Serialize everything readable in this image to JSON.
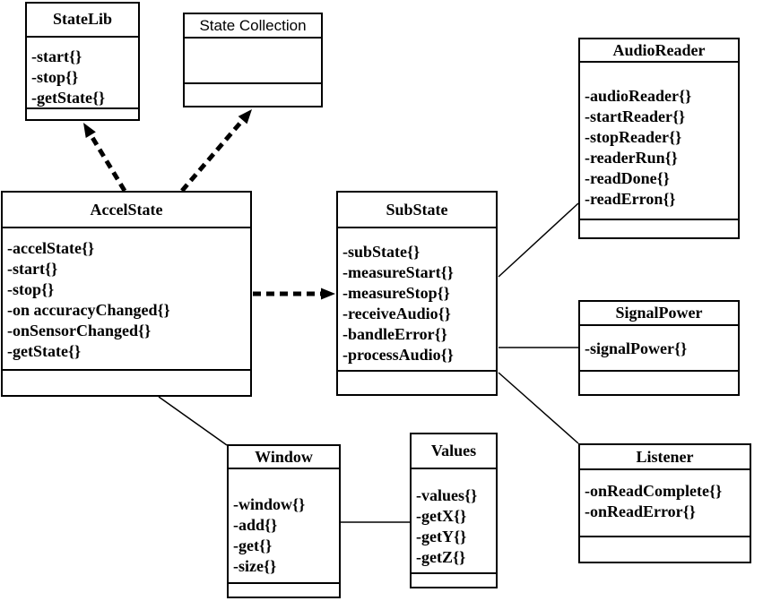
{
  "diagram": {
    "title": "UML class diagram",
    "colors": {
      "line": "#000000",
      "text": "#000000",
      "background": "#ffffff",
      "box_fill": "#ffffff"
    },
    "classes": [
      {
        "id": "statelib",
        "name": "StateLib",
        "attributes": [
          "-start{}",
          "-stop{}",
          "-getState{}"
        ]
      },
      {
        "id": "state-collection",
        "name": "State Collection",
        "attributes": []
      },
      {
        "id": "audioreader",
        "name": "AudioReader",
        "attributes": [
          "-audioReader{}",
          "-startReader{}",
          "-stopReader{}",
          "-readerRun{}",
          "-readDone{}",
          "-readErron{}"
        ]
      },
      {
        "id": "accelstate",
        "name": "AccelState",
        "attributes": [
          "-accelState{}",
          "-start{}",
          "-stop{}",
          "-on accuracyChanged{}",
          "-onSensorChanged{}",
          "-getState{}"
        ]
      },
      {
        "id": "substate",
        "name": "SubState",
        "attributes": [
          "-subState{}",
          "-measureStart{}",
          "-measureStop{}",
          "-receiveAudio{}",
          "-bandleError{}",
          "-processAudio{}"
        ]
      },
      {
        "id": "signalpower",
        "name": "SignalPower",
        "attributes": [
          "-signalPower{}"
        ]
      },
      {
        "id": "window",
        "name": "Window",
        "attributes": [
          "-window{}",
          "-add{}",
          "-get{}",
          "-size{}"
        ]
      },
      {
        "id": "values",
        "name": "Values",
        "attributes": [
          "-values{}",
          "-getX{}",
          "-getY{}",
          "-getZ{}"
        ]
      },
      {
        "id": "listener",
        "name": "Listener",
        "attributes": [
          "-onReadComplete{}",
          "-onReadError{}"
        ]
      }
    ],
    "relations": [
      {
        "from": "AccelState",
        "to": "StateLib",
        "type": "dashed-arrow"
      },
      {
        "from": "AccelState",
        "to": "State Collection",
        "type": "dashed-arrow"
      },
      {
        "from": "AccelState",
        "to": "SubState",
        "type": "dashed-arrow"
      },
      {
        "from": "SubState",
        "to": "AudioReader",
        "type": "solid-line"
      },
      {
        "from": "SubState",
        "to": "SignalPower",
        "type": "solid-line"
      },
      {
        "from": "SubState",
        "to": "Listener",
        "type": "solid-line"
      },
      {
        "from": "AccelState",
        "to": "Window",
        "type": "solid-line"
      },
      {
        "from": "Window",
        "to": "Values",
        "type": "solid-line"
      }
    ]
  }
}
